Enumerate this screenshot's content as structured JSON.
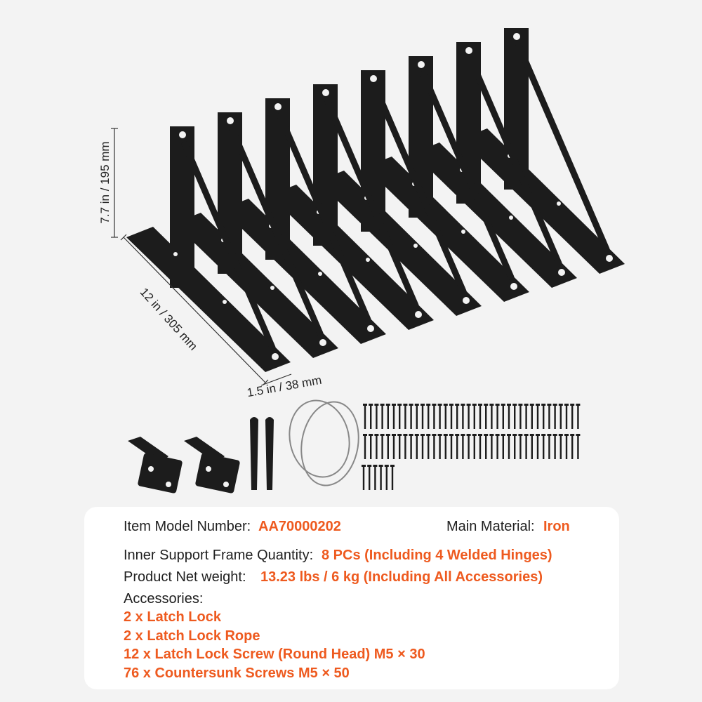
{
  "dimensions": {
    "height": "7.7 in / 195 mm",
    "length": "12 in / 305 mm",
    "width": "1.5 in / 38 mm"
  },
  "specs": {
    "model_label": "Item Model Number:",
    "model_value": "AA70000202",
    "material_label": "Main Material:",
    "material_value": "Iron",
    "frame_label": "Inner Support Frame Quantity:",
    "frame_value": "8 PCs (Including 4 Welded Hinges)",
    "weight_label": "Product Net weight:",
    "weight_value": "13.23 lbs / 6 kg (Including All Accessories)",
    "accessories_label": "Accessories:",
    "accessories": [
      "2 x Latch Lock",
      "2 x Latch Lock Rope",
      "12 x Latch Lock Screw (Round Head) M5 × 30",
      "76 x Countersunk Screws M5 × 50"
    ]
  },
  "colors": {
    "accent": "#ee5a1f",
    "metal": "#1c1c1c",
    "background": "#f3f3f3"
  }
}
